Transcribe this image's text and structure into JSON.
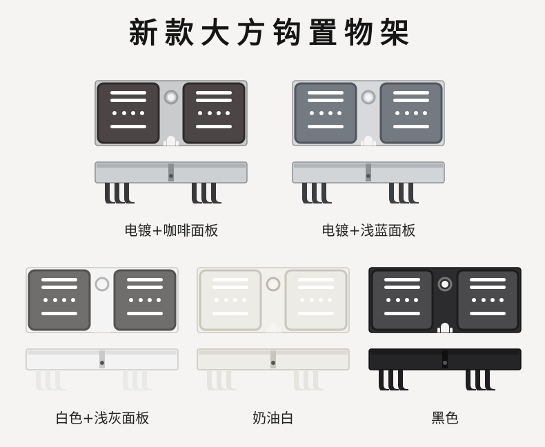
{
  "title": "新款大方钩置物架",
  "variants": [
    {
      "label": "电镀+咖啡面板",
      "frame": "#c9cbcd",
      "frame_edge": "#8d9092",
      "tray": "#4b4645",
      "tray_edge": "#2f2b2a",
      "hole_ring": "#9a9c9e",
      "front": "#cdd0d2",
      "front_dark": "#8c8f92",
      "hooks": "#38383a"
    },
    {
      "label": "电镀+浅蓝面板",
      "frame": "#d7d9db",
      "frame_edge": "#9a9d9f",
      "tray": "#737a81",
      "tray_edge": "#50565c",
      "hole_ring": "#a3a6a8",
      "front": "#d2d5d7",
      "front_dark": "#8d9194",
      "hooks": "#3c3d40"
    },
    {
      "label": "白色+浅灰面板",
      "frame": "#f4f4f4",
      "frame_edge": "#c8c8c8",
      "tray": "#6f6e6c",
      "tray_edge": "#54524f",
      "hole_ring": "#b5b5b5",
      "front": "#f3f3f3",
      "front_dark": "#c9c9c9",
      "hooks": "#e9e9e9"
    },
    {
      "label": "奶油白",
      "frame": "#f2f0ea",
      "frame_edge": "#cdcac2",
      "tray": "#ecebe5",
      "tray_edge": "#c9c6bd",
      "hole_ring": "#bdbab2",
      "front": "#eeece6",
      "front_dark": "#c8c5bd",
      "hooks": "#e6e4de"
    },
    {
      "label": "黑色",
      "frame": "#2c2c2e",
      "frame_edge": "#111112",
      "tray": "#4a4a4c",
      "tray_edge": "#1c1c1d",
      "hole_ring": "#777779",
      "front": "#252527",
      "front_dark": "#0f0f10",
      "hooks": "#1e1e20"
    }
  ]
}
